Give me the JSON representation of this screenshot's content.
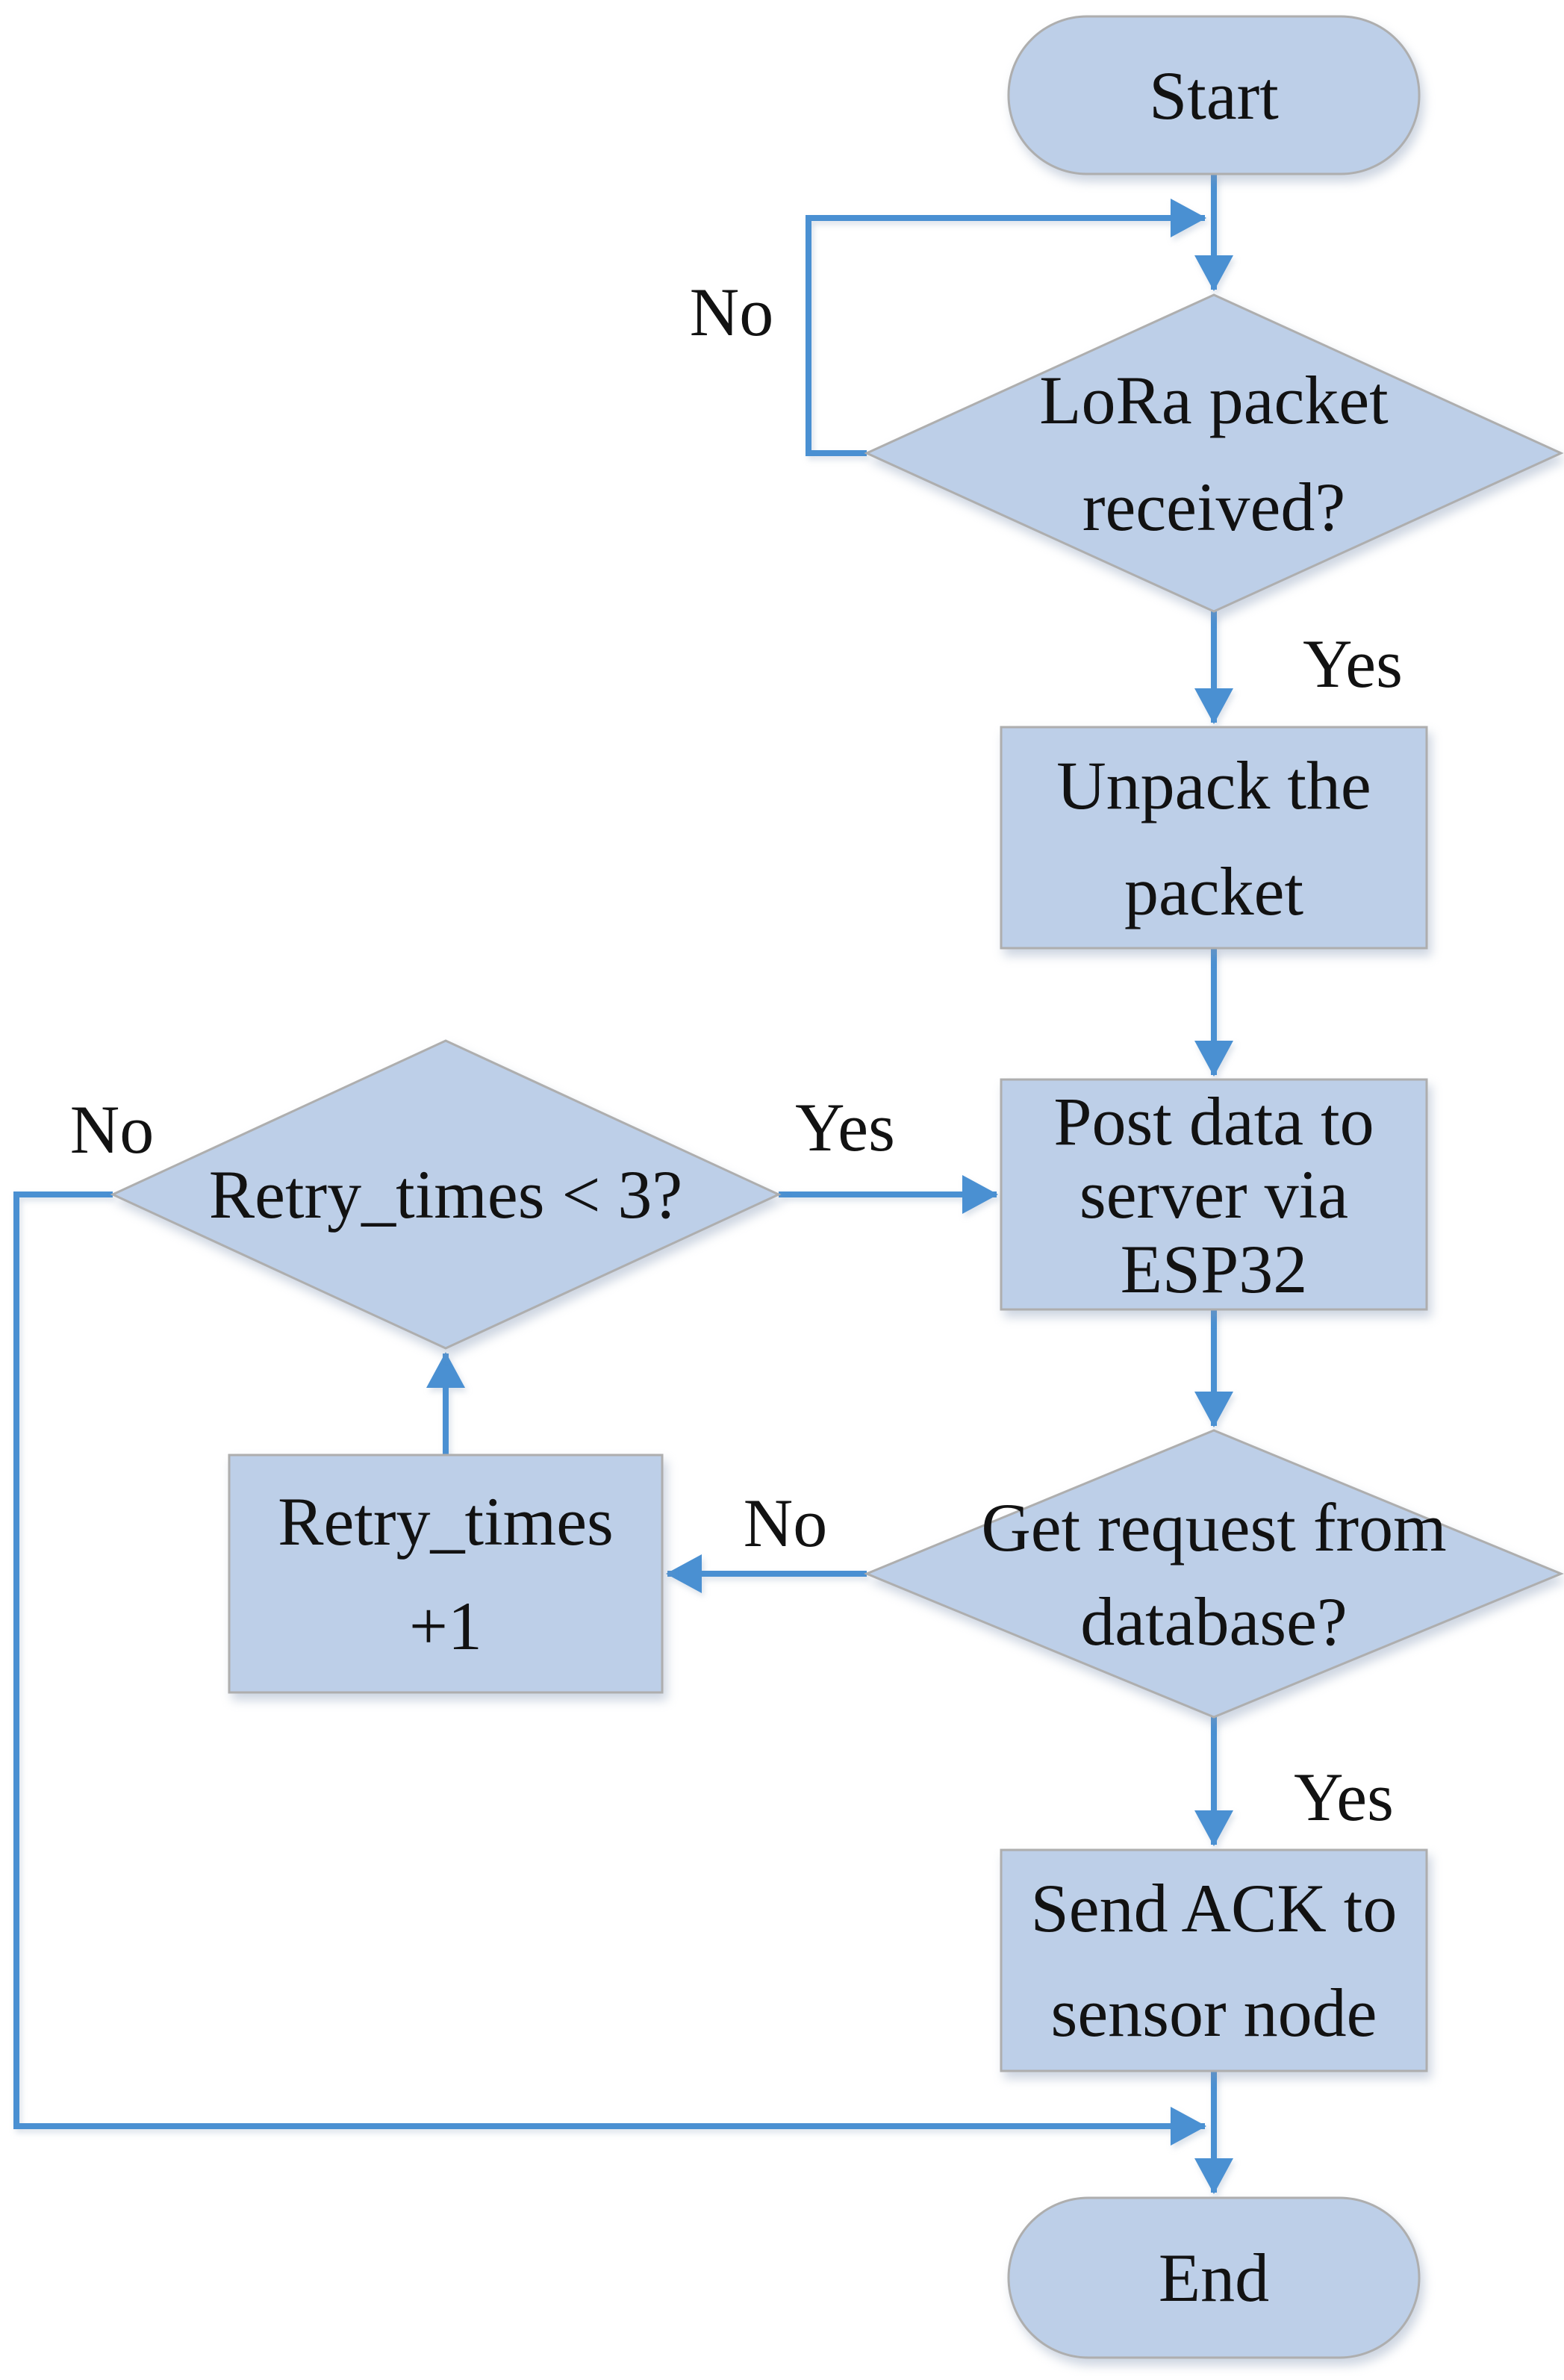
{
  "theme": {
    "node_fill": "#bdcfe8",
    "node_border": "#aeaeae",
    "arrow_color": "#4a90d2",
    "text_color": "#121212",
    "background": "#ffffff"
  },
  "nodes": {
    "start": {
      "type": "terminator",
      "label": "Start"
    },
    "lora_decision": {
      "type": "decision",
      "lines": [
        "LoRa packet",
        "received?"
      ]
    },
    "unpack": {
      "type": "process",
      "lines": [
        "Unpack the",
        "packet"
      ]
    },
    "post": {
      "type": "process",
      "lines": [
        "Post data to",
        "server via",
        "ESP32"
      ]
    },
    "retry_decision": {
      "type": "decision",
      "label": "Retry_times < 3?"
    },
    "retry_inc": {
      "type": "process",
      "lines": [
        "Retry_times",
        "+1"
      ]
    },
    "get_request": {
      "type": "decision",
      "lines": [
        "Get request from",
        "database?"
      ]
    },
    "send_ack": {
      "type": "process",
      "lines": [
        "Send ACK to",
        "sensor node"
      ]
    },
    "end": {
      "type": "terminator",
      "label": "End"
    }
  },
  "edges": [
    {
      "from": "start",
      "to": "lora_decision",
      "label": ""
    },
    {
      "from": "lora_decision",
      "to": "start-to-lora-junction",
      "label": "No"
    },
    {
      "from": "lora_decision",
      "to": "unpack",
      "label": "Yes"
    },
    {
      "from": "unpack",
      "to": "post",
      "label": ""
    },
    {
      "from": "retry_decision",
      "to": "post",
      "label": "Yes"
    },
    {
      "from": "post",
      "to": "get_request",
      "label": ""
    },
    {
      "from": "get_request",
      "to": "retry_inc",
      "label": "No"
    },
    {
      "from": "retry_inc",
      "to": "retry_decision",
      "label": ""
    },
    {
      "from": "get_request",
      "to": "send_ack",
      "label": "Yes"
    },
    {
      "from": "retry_decision",
      "to": "end-junction",
      "label": "No"
    },
    {
      "from": "send_ack",
      "to": "end",
      "label": ""
    }
  ]
}
